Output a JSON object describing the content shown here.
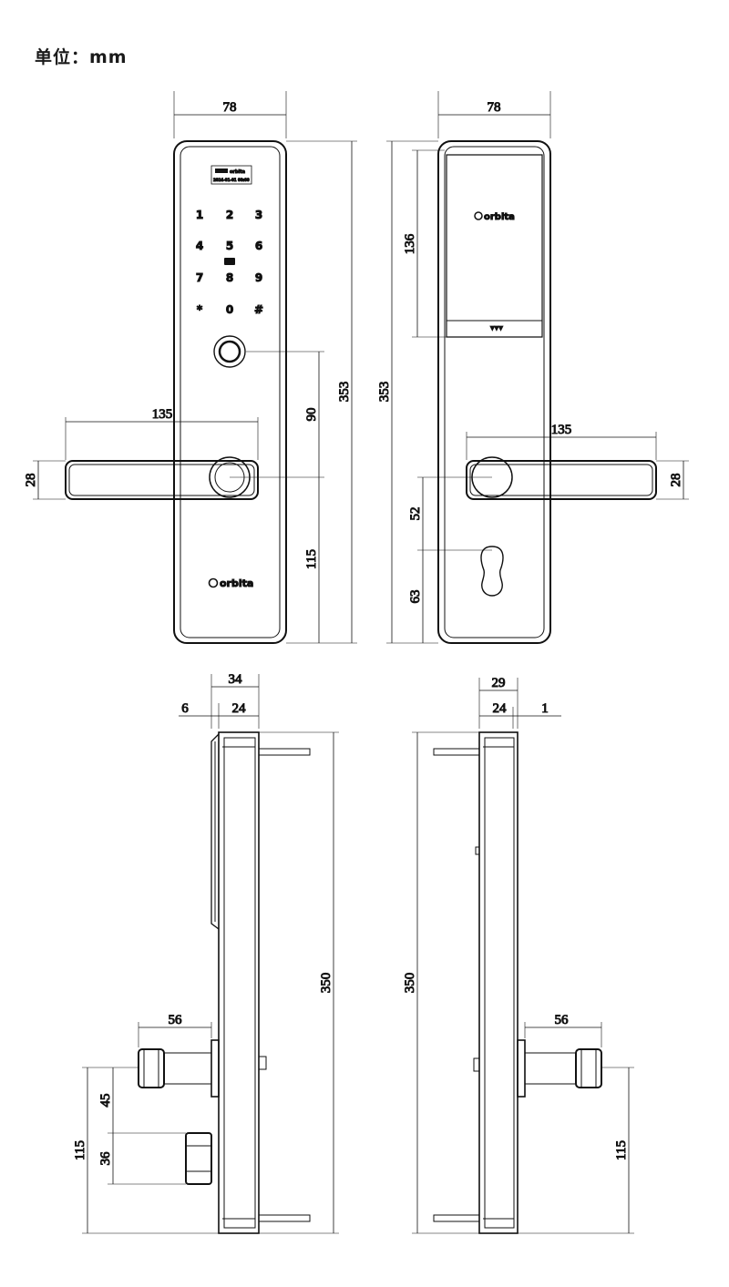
{
  "header": {
    "unit_label": "单位：mm"
  },
  "front_view": {
    "keypad": [
      "1",
      "2",
      "3",
      "4",
      "5",
      "6",
      "7",
      "8",
      "9",
      "*",
      "0",
      "#"
    ],
    "display_line1": "orbita",
    "display_line2": "2024-01-01 00:00",
    "brand": "orbita",
    "dims": {
      "width": "78",
      "height": "353",
      "handle_length": "135",
      "handle_height": "28",
      "fp_to_handle": "90",
      "handle_to_bottom": "115"
    }
  },
  "back_view": {
    "brand": "orbita",
    "dims": {
      "width": "78",
      "height": "353",
      "panel_height": "136",
      "handle_length": "135",
      "handle_height": "28",
      "handle_to_key": "52",
      "key_to_bottom": "63"
    }
  },
  "side_left": {
    "dims": {
      "depth_total": "34",
      "depth_front": "6",
      "depth_body": "24",
      "height": "350",
      "spindle_length": "56",
      "spindle_gap": "45",
      "knob_height": "36",
      "spindle_to_bottom": "115"
    }
  },
  "side_right": {
    "dims": {
      "depth_total": "29",
      "depth_body": "24",
      "depth_edge": "1",
      "height": "350",
      "spindle_length": "56",
      "spindle_to_bottom": "115"
    }
  }
}
